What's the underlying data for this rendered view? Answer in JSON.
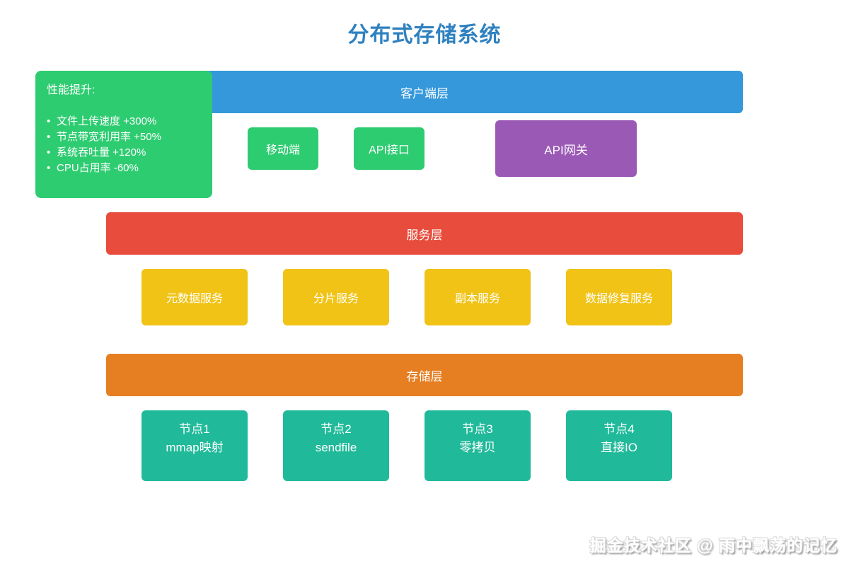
{
  "page": {
    "title": "分布式存储系统",
    "watermark": "掘金技术社区 @ 雨中飘荡的记忆"
  },
  "performance_panel": {
    "title": "性能提升:",
    "items": [
      "文件上传速度 +300%",
      "节点带宽利用率 +50%",
      "系统吞吐量 +120%",
      "CPU占用率 -60%"
    ],
    "color": "#2ecc71"
  },
  "layers": {
    "client": {
      "label": "客户端层",
      "color": "#3498db"
    },
    "service": {
      "label": "服务层",
      "color": "#e74c3c"
    },
    "storage": {
      "label": "存储层",
      "color": "#e67e22"
    }
  },
  "client_nodes": [
    {
      "label": "移动端",
      "color": "#2ecc71"
    },
    {
      "label": "API接口",
      "color": "#2ecc71"
    },
    {
      "label": "API网关",
      "color": "#9b59b6"
    }
  ],
  "service_nodes": [
    {
      "label": "元数据服务"
    },
    {
      "label": "分片服务"
    },
    {
      "label": "副本服务"
    },
    {
      "label": "数据修复服务"
    }
  ],
  "service_node_color": "#f0c316",
  "storage_nodes": [
    {
      "line1": "节点1",
      "line2": "mmap映射"
    },
    {
      "line1": "节点2",
      "line2": "sendfile"
    },
    {
      "line1": "节点3",
      "line2": "零拷贝"
    },
    {
      "line1": "节点4",
      "line2": "直接IO"
    }
  ],
  "storage_node_color": "#20ba9a",
  "title_color": "#2e81c0"
}
